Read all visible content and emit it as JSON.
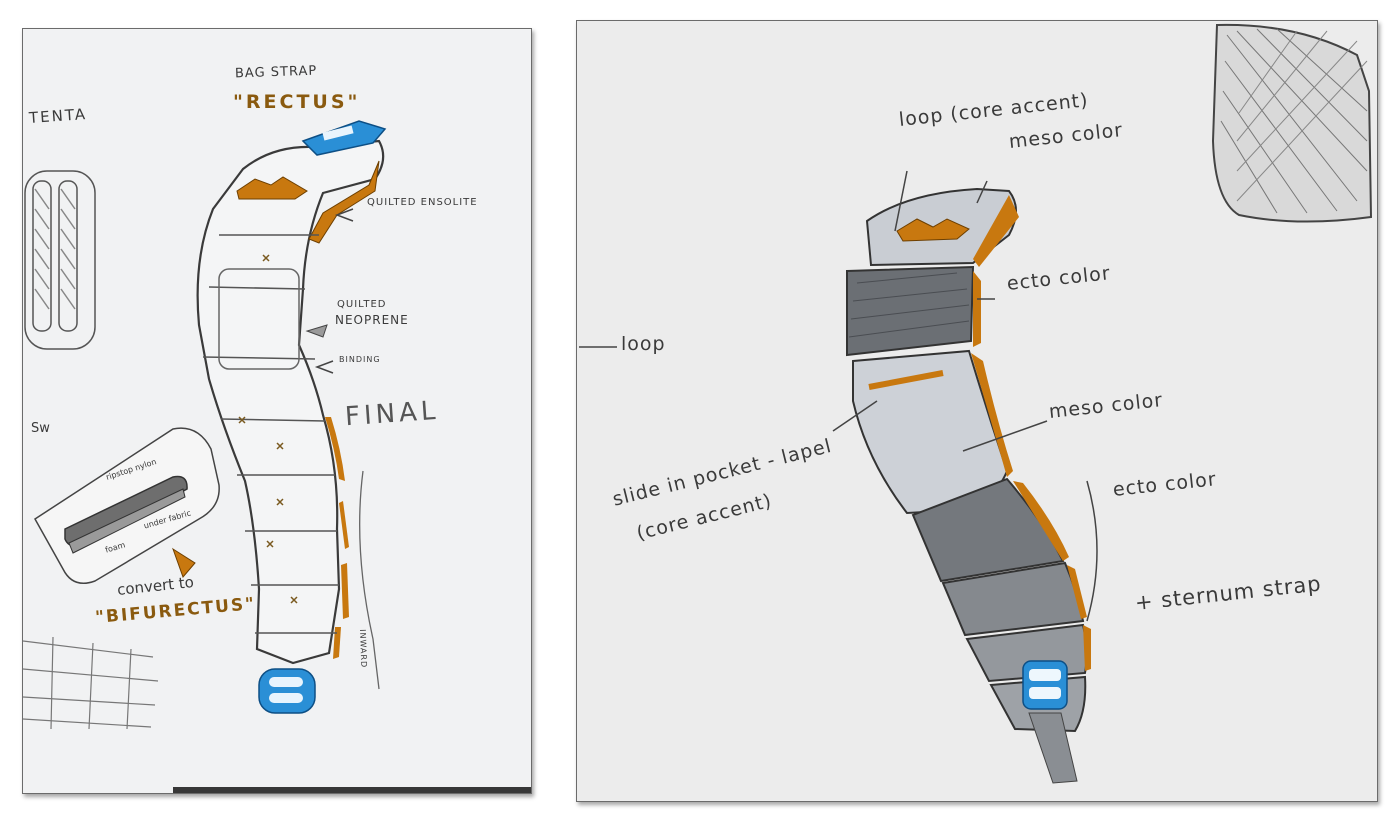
{
  "left_sheet": {
    "title_line1": "BAG STRAP",
    "title_line2": "\"RECTUS\"",
    "side_note": "TENTA",
    "side_note_2": "Sw",
    "callouts": {
      "quilted_ensolite": "QUILTED ENSOLITE",
      "quilted": "QUILTED",
      "neoprene": "NEOPRENE",
      "binding": "BINDING",
      "final": "FINAL",
      "inward": "INWARD",
      "ripstop": "ripstop nylon",
      "under_fabric": "under fabric",
      "foam": "foam",
      "convert_to": "convert to",
      "bifurectus": "\"BIFURECTUS\""
    }
  },
  "right_sheet": {
    "callouts": {
      "loop_top": "loop (core accent)",
      "meso_top": "meso color",
      "ecto_top": "ecto color",
      "loop_side": "loop",
      "meso_mid": "meso color",
      "slide_in_line1": "slide in pocket - lapel",
      "slide_in_line2": "(core accent)",
      "ecto_bottom": "ecto color",
      "sternum": "+ sternum strap"
    }
  },
  "colors": {
    "paper": "#f1f2f3",
    "pencil": "#3a3a3a",
    "orange_accent": "#c8780f",
    "blue_buckle": "#2a8fd6",
    "grey_shade": "#9aa0a6"
  }
}
